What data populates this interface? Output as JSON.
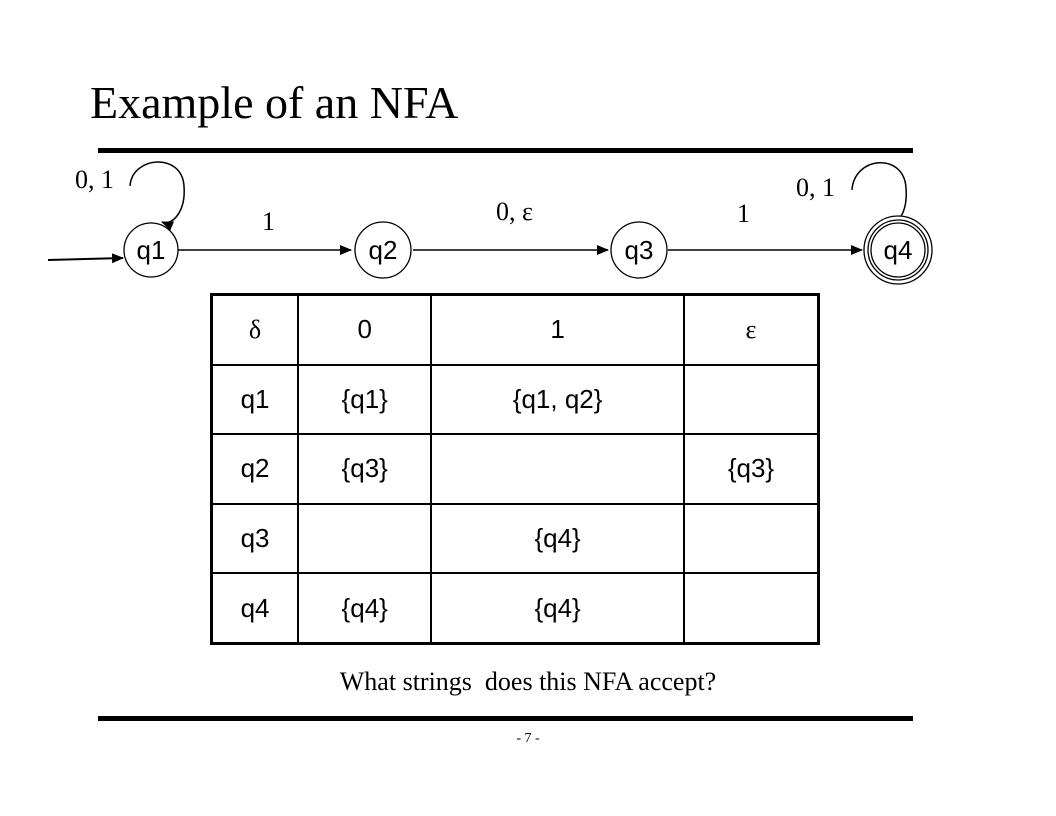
{
  "title": "Example of an NFA",
  "diagram": {
    "states": [
      {
        "label": "q1",
        "start": true,
        "accept": false
      },
      {
        "label": "q2",
        "start": false,
        "accept": false
      },
      {
        "label": "q3",
        "start": false,
        "accept": false
      },
      {
        "label": "q4",
        "start": false,
        "accept": true
      }
    ],
    "edges": [
      {
        "from": "q1",
        "to": "q1",
        "label": "0, 1"
      },
      {
        "from": "q1",
        "to": "q2",
        "label": "1"
      },
      {
        "from": "q2",
        "to": "q3",
        "label": "0, ε"
      },
      {
        "from": "q3",
        "to": "q4",
        "label": "1"
      },
      {
        "from": "q4",
        "to": "q4",
        "label": "0, 1"
      }
    ]
  },
  "table": {
    "headers": [
      "δ",
      "0",
      "1",
      "ε"
    ],
    "rows": [
      [
        "q1",
        "{q1}",
        "{q1, q2}",
        ""
      ],
      [
        "q2",
        "{q3}",
        "",
        "{q3}"
      ],
      [
        "q3",
        "",
        "{q4}",
        ""
      ],
      [
        "q4",
        "{q4}",
        "{q4}",
        ""
      ]
    ]
  },
  "question": "What strings  does this NFA accept?",
  "page_number": "- 7 -"
}
